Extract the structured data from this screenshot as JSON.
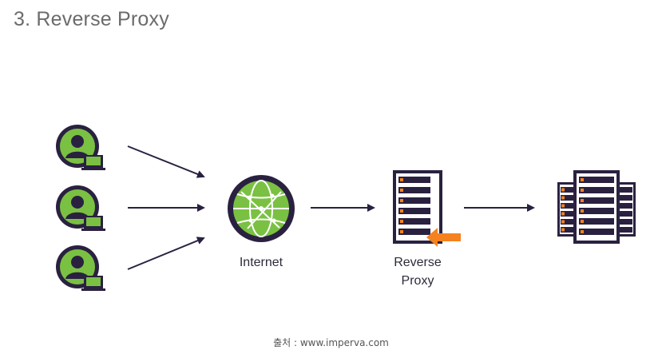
{
  "title": "3. Reverse Proxy",
  "nodes": {
    "internet_label": "Internet",
    "proxy_label_line1": "Reverse",
    "proxy_label_line2": "Proxy"
  },
  "source_caption": "출처 : www.imperva.com",
  "colors": {
    "dark": "#2a2140",
    "green": "#7ac143",
    "orange": "#f5821f",
    "title": "#6b6b6b"
  },
  "icons": [
    "user-laptop-icon",
    "globe-icon",
    "server-icon",
    "server-cluster-icon",
    "arrow-icon"
  ]
}
